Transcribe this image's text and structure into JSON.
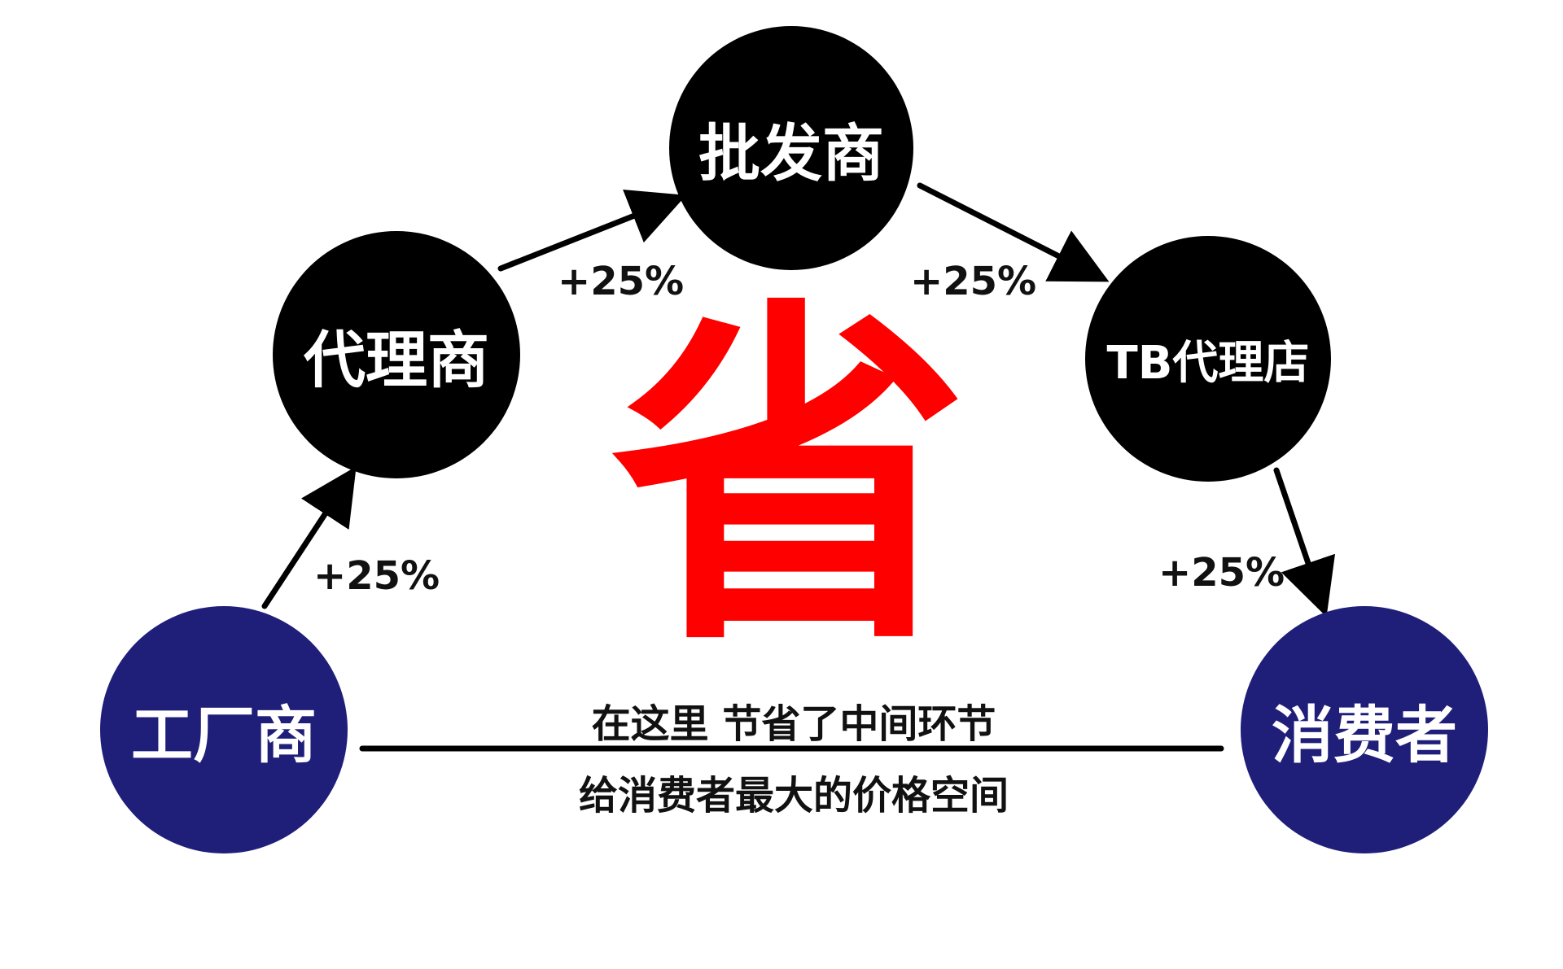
{
  "nodes": {
    "factory": "工厂商",
    "agent": "代理商",
    "wholesaler": "批发商",
    "tb_store": "TB代理店",
    "consumer": "消费者"
  },
  "markups": {
    "factory_to_agent": "+25%",
    "agent_to_wholesaler": "+25%",
    "wholesaler_to_tb": "+25%",
    "tb_to_consumer": "+25%"
  },
  "center_char": "省",
  "caption_top": "在这里  节省了中间环节",
  "caption_bottom": "给消费者最大的价格空间",
  "colors": {
    "intermediary": "#000000",
    "endpoint": "#1f1f7a",
    "highlight": "#ff0000"
  }
}
